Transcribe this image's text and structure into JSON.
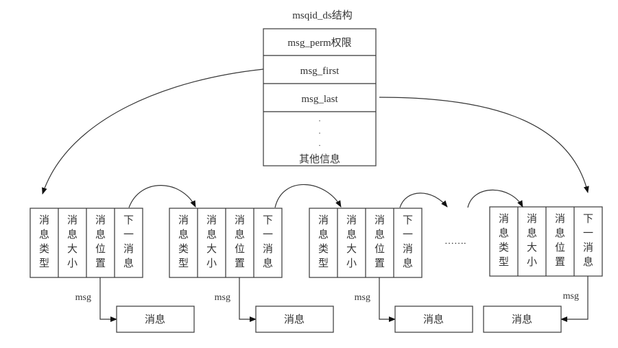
{
  "struct": {
    "title": "msqid_ds结构",
    "rows": [
      "msg_perm权限",
      "msg_first",
      "msg_last"
    ],
    "other_dots": [
      "·",
      "·",
      "·"
    ],
    "other_label": "其他信息"
  },
  "nodes": [
    {
      "cells": [
        [
          "消",
          "息",
          "类",
          "型"
        ],
        [
          "消",
          "息",
          "大",
          "小"
        ],
        [
          "消",
          "息",
          "位",
          "置"
        ],
        [
          "下",
          "一",
          "消",
          "息"
        ]
      ],
      "msg_label": "msg",
      "message": "消息"
    },
    {
      "cells": [
        [
          "消",
          "息",
          "类",
          "型"
        ],
        [
          "消",
          "息",
          "大",
          "小"
        ],
        [
          "消",
          "息",
          "位",
          "置"
        ],
        [
          "下",
          "一",
          "消",
          "息"
        ]
      ],
      "msg_label": "msg",
      "message": "消息"
    },
    {
      "cells": [
        [
          "消",
          "息",
          "类",
          "型"
        ],
        [
          "消",
          "息",
          "大",
          "小"
        ],
        [
          "消",
          "息",
          "位",
          "置"
        ],
        [
          "下",
          "一",
          "消",
          "息"
        ]
      ],
      "msg_label": "msg",
      "message": "消息"
    },
    {
      "cells": [
        [
          "消",
          "息",
          "类",
          "型"
        ],
        [
          "消",
          "息",
          "大",
          "小"
        ],
        [
          "消",
          "息",
          "位",
          "置"
        ],
        [
          "下",
          "一",
          "消",
          "息"
        ]
      ],
      "msg_label": "msg",
      "message": "消息"
    }
  ],
  "ellipsis": "……."
}
